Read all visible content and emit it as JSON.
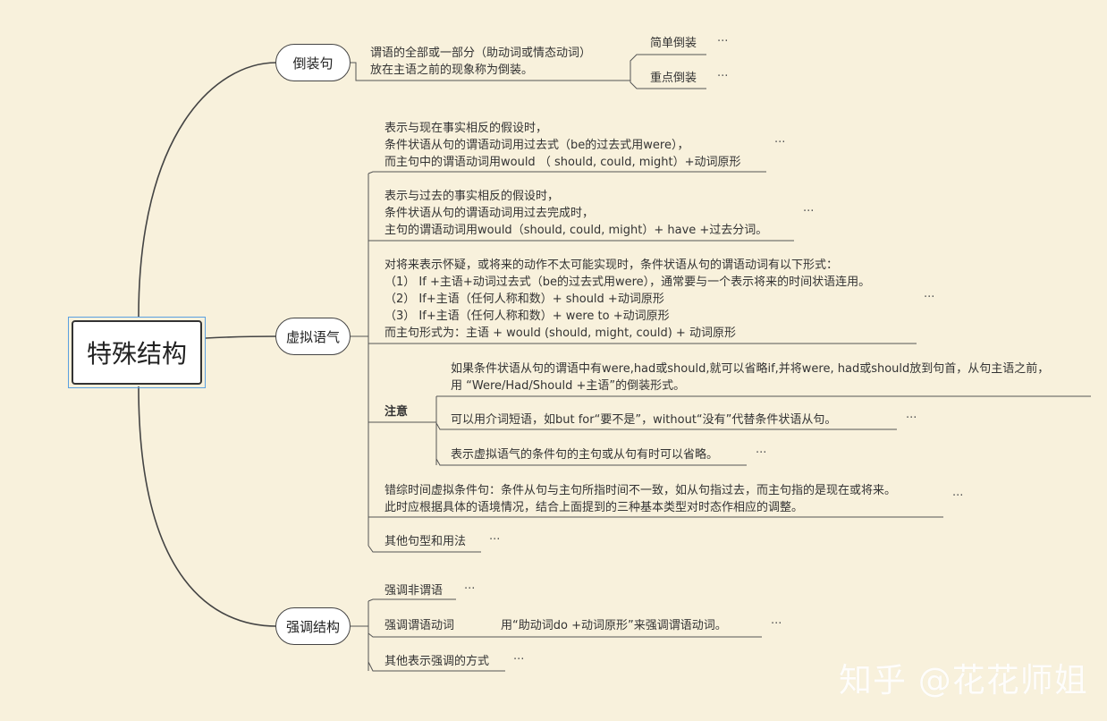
{
  "root": {
    "label": "特殊结构"
  },
  "branches": {
    "inversion": {
      "label": "倒装句",
      "desc": "谓语的全部或一部分（助动词或情态动词）\n放在主语之前的现象称为倒装。",
      "children": [
        "简单倒装",
        "重点倒装"
      ]
    },
    "subjunctive": {
      "label": "虚拟语气",
      "item1": "表示与现在事实相反的假设时，\n条件状语从句的谓语动词用过去式（be的过去式用were），\n而主句中的谓语动词用would （ should, could, might）+动词原形",
      "item2": "表示与过去的事实相反的假设时，\n条件状语从句的谓语动词用过去完成时，\n主句的谓语动词用would（should, could, might）+ have +过去分词。",
      "item3": "对将来表示怀疑，或将来的动作不太可能实现时，条件状语从句的谓语动词有以下形式：\n（1） If +主语+动词过去式（be的过去式用were），通常要与一个表示将来的时间状语连用。\n（2） If+主语（任何人称和数）+ should +动词原形\n（3） If+主语（任何人称和数）+ were to +动词原形\n而主句形式为：主语 + would (should, might, could) + 动词原形",
      "note_label": "注意",
      "note1": "如果条件状语从句的谓语中有were,had或should,就可以省略if,并将were, had或should放到句首，从句主语之前，\n用 “Were/Had/Should +主语”的倒装形式。",
      "note2": "可以用介词短语，如but for“要不是”，without“没有”代替条件状语从句。",
      "note3": "表示虚拟语气的条件句的主句或从句有时可以省略。",
      "item4": "错综时间虚拟条件句：条件从句与主句所指时间不一致，如从句指过去，而主句指的是现在或将来。\n此时应根据具体的语境情况，结合上面提到的三种基本类型对时态作相应的调整。",
      "item5": "其他句型和用法"
    },
    "emphasis": {
      "label": "强调结构",
      "item1": "强调非谓语",
      "item2": "强调谓语动词",
      "item2_desc": "用“助动词do +动词原形”来强调谓语动词。",
      "item3": "其他表示强调的方式"
    }
  },
  "more_glyph": "···",
  "watermark": "知乎 @花花师姐",
  "colors": {
    "background": "#f8f1dc",
    "line": "#444444",
    "selection": "#5aa0e0"
  }
}
